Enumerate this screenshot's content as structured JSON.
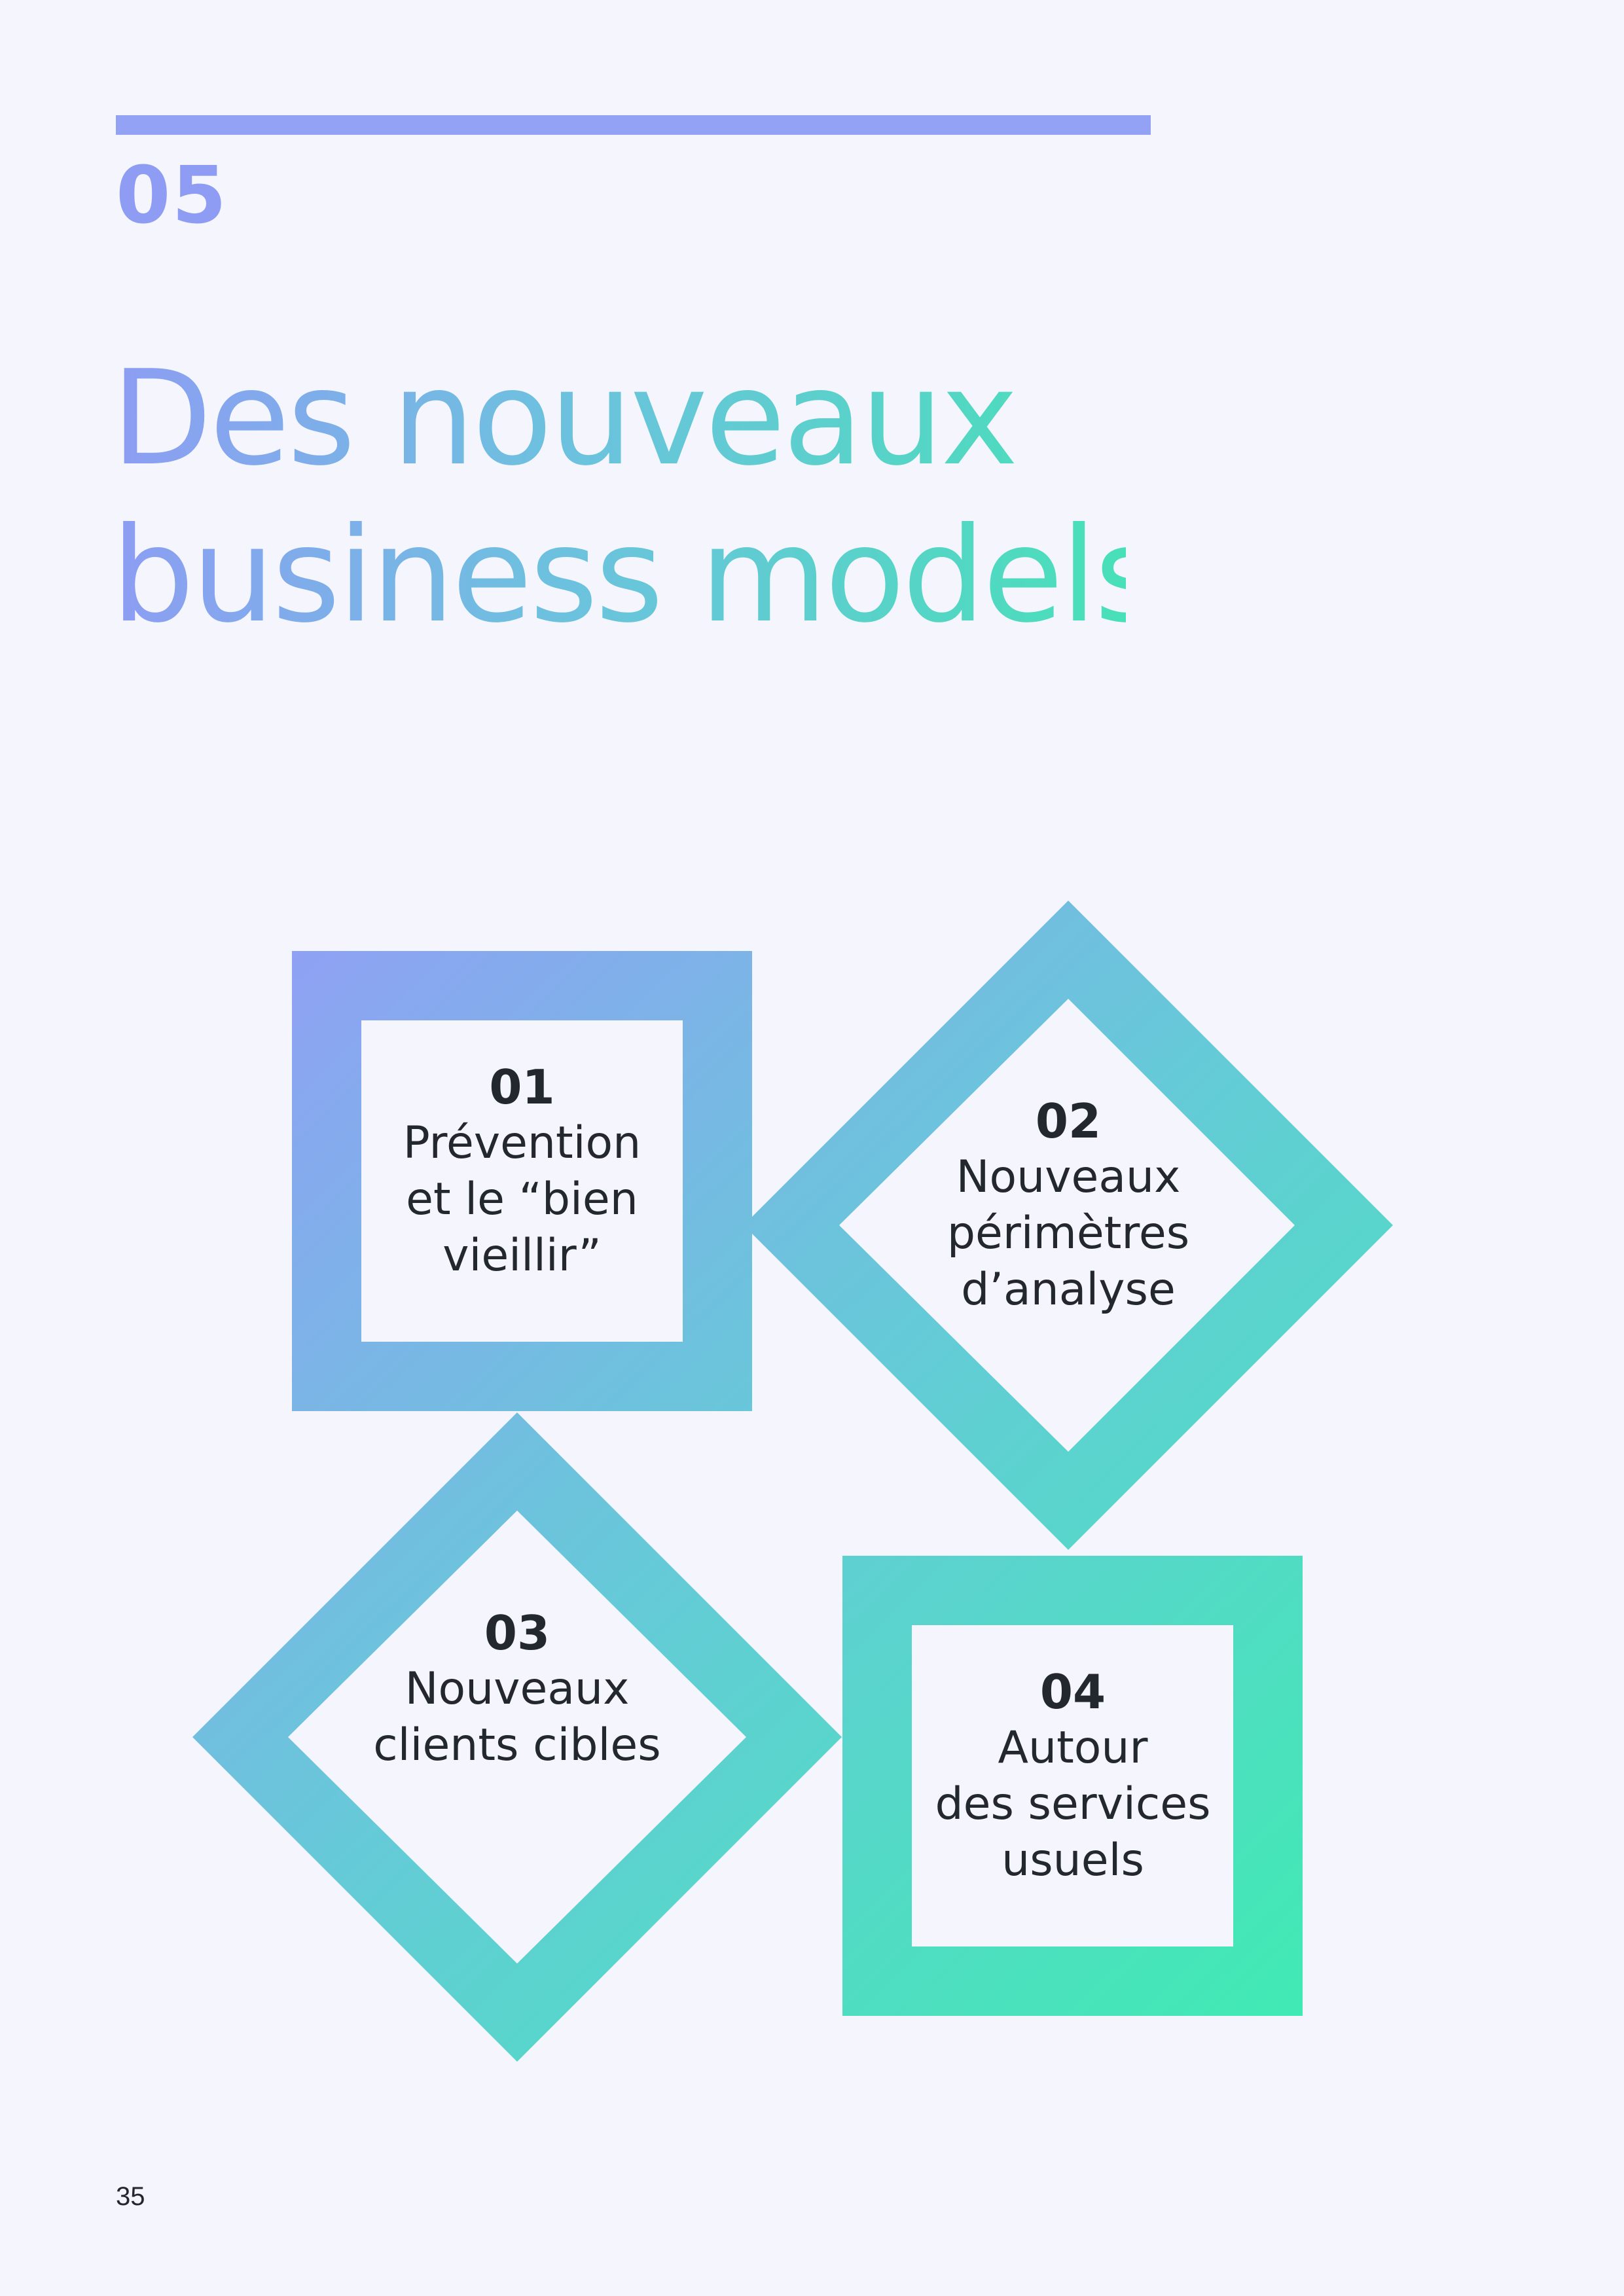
{
  "section": {
    "number": "05"
  },
  "title": {
    "line1": "Des nouveaux",
    "line2": "business models"
  },
  "cards": [
    {
      "number": "01",
      "lines": [
        "Prévention",
        "et le “bien",
        "vieillir”"
      ],
      "shape": "square"
    },
    {
      "number": "02",
      "lines": [
        "Nouveaux",
        "périmètres",
        "d’analyse"
      ],
      "shape": "diamond"
    },
    {
      "number": "03",
      "lines": [
        "Nouveaux",
        "clients cibles"
      ],
      "shape": "diamond"
    },
    {
      "number": "04",
      "lines": [
        "Autour",
        "des services",
        "usuels"
      ],
      "shape": "square"
    }
  ],
  "colors": {
    "background": "#f5f6fd",
    "accent_blue": "#8e9cf3",
    "gradient_start": "#8fa1f4",
    "gradient_end": "#40eab3",
    "text_dark": "#23272e"
  },
  "footer": {
    "page_number": "35"
  }
}
